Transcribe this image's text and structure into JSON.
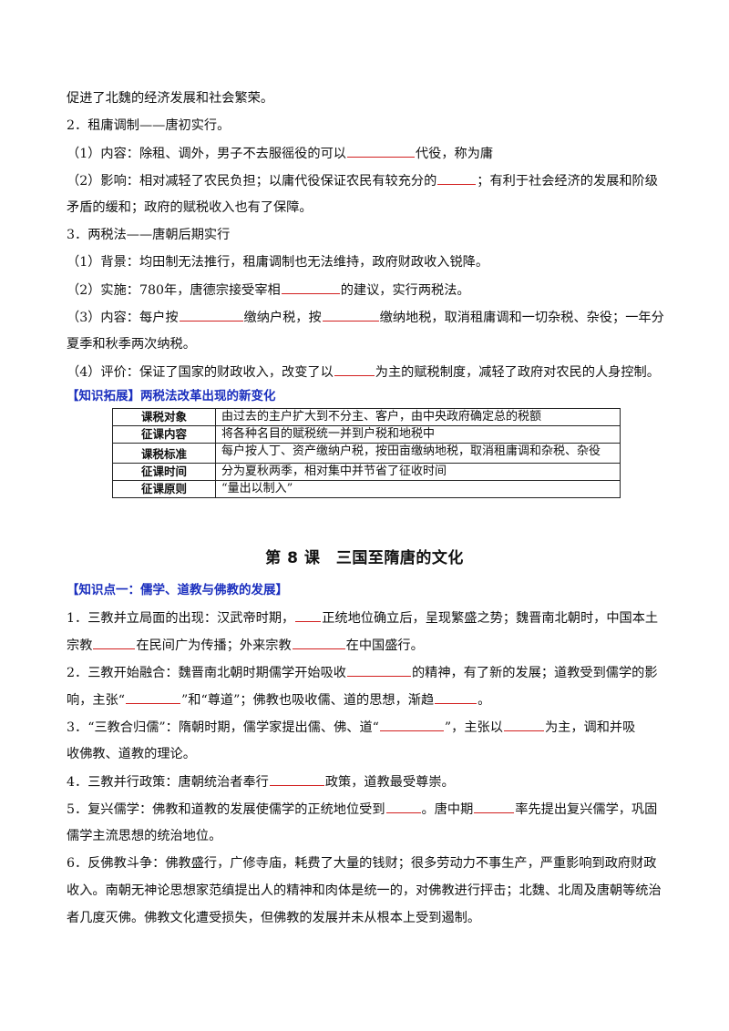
{
  "intro": {
    "line0": "促进了北魏的经济发展和社会繁荣。"
  },
  "zuyong": {
    "heading": "2．租庸调制——唐初实行。",
    "content_a": "（1）内容：除租、调外，男子不去服徭役的可以",
    "content_b": "代役，称为庸",
    "impact_a": "（2）影响：相对减轻了农民负担；以庸代役保证农民有较充分的",
    "impact_b": "；有利于社会经济的发展和阶级",
    "impact_c": "矛盾的缓和；政府的赋税收入也有了保障。"
  },
  "liangshui": {
    "heading": "3．两税法——唐朝后期实行",
    "background": "（1）背景：均田制无法推行，租庸调制也无法维持，政府财政收入锐降。",
    "impl_a": "（2）实施：780年，唐德宗接受宰相",
    "impl_b": "的建议，实行两税法。",
    "content_a": "（3）内容：每户按",
    "content_b": "缴纳户税，按",
    "content_c": "缴纳地税，取消租庸调和一切杂税、杂役；一年分",
    "content_d": "夏季和秋季两次纳税。",
    "eval_a": "（4）评价：保证了国家的财政收入，改变了以",
    "eval_b": "为主的赋税制度，减轻了政府对农民的人身控制。"
  },
  "expand": {
    "title": "【知识拓展】两税法改革出现的新变化",
    "rows": [
      {
        "key": "课税对象",
        "value": "由过去的主户扩大到不分主、客户，由中央政府确定总的税额"
      },
      {
        "key": "征课内容",
        "value": "将各种名目的赋税统一并到户税和地税中"
      },
      {
        "key": "课税标准",
        "value": "每户按人丁、资产缴纳户税，按田亩缴纳地税，取消租庸调和杂税、杂役"
      },
      {
        "key": "征课时间",
        "value": "分为夏秋两季，相对集中并节省了征收时间"
      },
      {
        "key": "征课原则",
        "value": "“量出以制入”"
      }
    ]
  },
  "lesson": {
    "title": "第 8 课　三国至隋唐的文化",
    "kp1": "【知识点一：儒学、道教与佛教的发展】",
    "p1_a": "1．三教并立局面的出现：汉武帝时期，",
    "p1_b": "正统地位确立后，呈现繁盛之势；魏晋南北朝时，中国本土",
    "p1_c": "宗教",
    "p1_d": "在民间广为传播；外来宗教",
    "p1_e": "在中国盛行。",
    "p2_a": "2．三教开始融合：魏晋南北朝时期儒学开始吸收",
    "p2_b": "的精神，有了新的发展；道教受到儒学的影",
    "p2_c": "响，主张“",
    "p2_d": "”和“尊道”；佛教也吸收儒、道的思想，渐趋",
    "p2_e": "。",
    "p3_a": "3．“三教合归儒”：隋朝时期，儒学家提出儒、佛、道“",
    "p3_b": "”，主张以",
    "p3_c": "为主，调和并吸",
    "p3_d": "收佛教、道教的理论。",
    "p4_a": "4．三教并行政策：唐朝统治者奉行",
    "p4_b": "政策，道教最受尊崇。",
    "p5_a": "5．复兴儒学：佛教和道教的发展使儒学的正统地位受到",
    "p5_b": "。唐中期",
    "p5_c": "率先提出复兴儒学，巩固",
    "p5_d": "儒学主流思想的统治地位。",
    "p6_a": "6．反佛教斗争：佛教盛行，广修寺庙，耗费了大量的钱财；很多劳动力不事生产，严重影响到政府财政",
    "p6_b": "收入。南朝无神论思想家范缜提出人的精神和肉体是统一的，对佛教进行抨击；北魏、北周及唐朝等统治",
    "p6_c": "者几度灭佛。佛教文化遭受损失，但佛教的发展并未从根本上受到遏制。"
  }
}
